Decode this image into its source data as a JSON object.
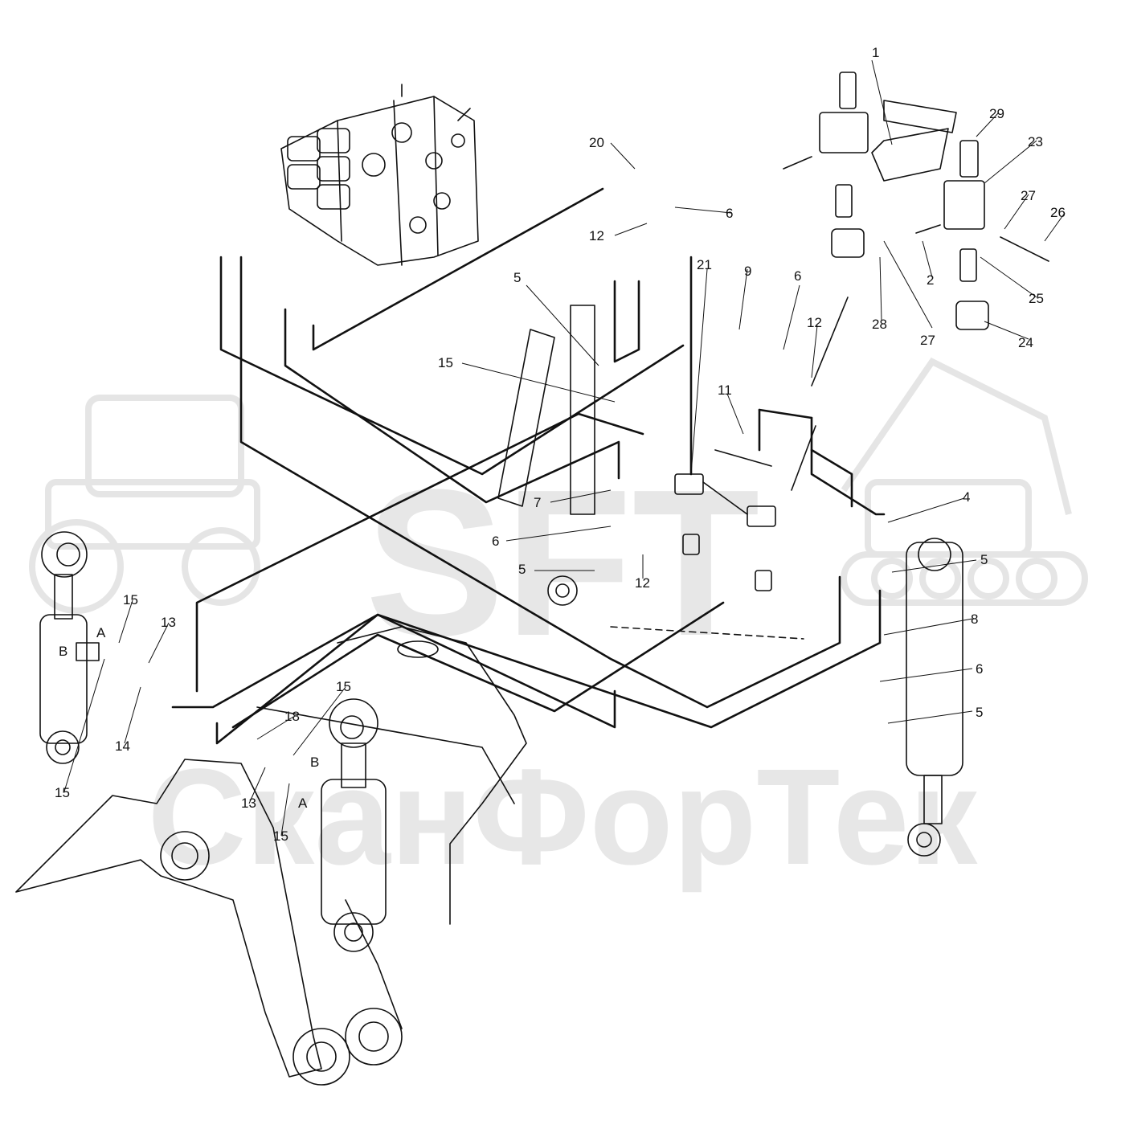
{
  "watermark": {
    "logo_text": "SFT",
    "company": "СканФорТек",
    "color": "#e7e7e7"
  },
  "colors": {
    "line": "#111111",
    "background": "#ffffff"
  },
  "port_labels": {
    "a_left": "A",
    "b_left": "B",
    "a_center": "A",
    "b_center": "B"
  },
  "callouts": {
    "c1": "1",
    "c2": "2",
    "c4": "4",
    "c5_valve": "5",
    "c5_left": "5",
    "c5_right_top": "5",
    "c5_right_bottom": "5",
    "c6_top": "6",
    "c6_mid": "6",
    "c6_left": "6",
    "c6_right": "6",
    "c7": "7",
    "c8": "8",
    "c9": "9",
    "c11": "11",
    "c12_top": "12",
    "c12_mid": "12",
    "c12_low": "12",
    "c13_left": "13",
    "c13_center": "13",
    "c14": "14",
    "c15_left_top": "15",
    "c15_left_bottom": "15",
    "c15_center_top": "15",
    "c15_center_bottom": "15",
    "c15_mid": "15",
    "c18": "18",
    "c20": "20",
    "c21": "21",
    "c23": "23",
    "c24": "24",
    "c25": "25",
    "c26": "26",
    "c27_top": "27",
    "c27_bottom": "27",
    "c28": "28",
    "c29": "29"
  }
}
